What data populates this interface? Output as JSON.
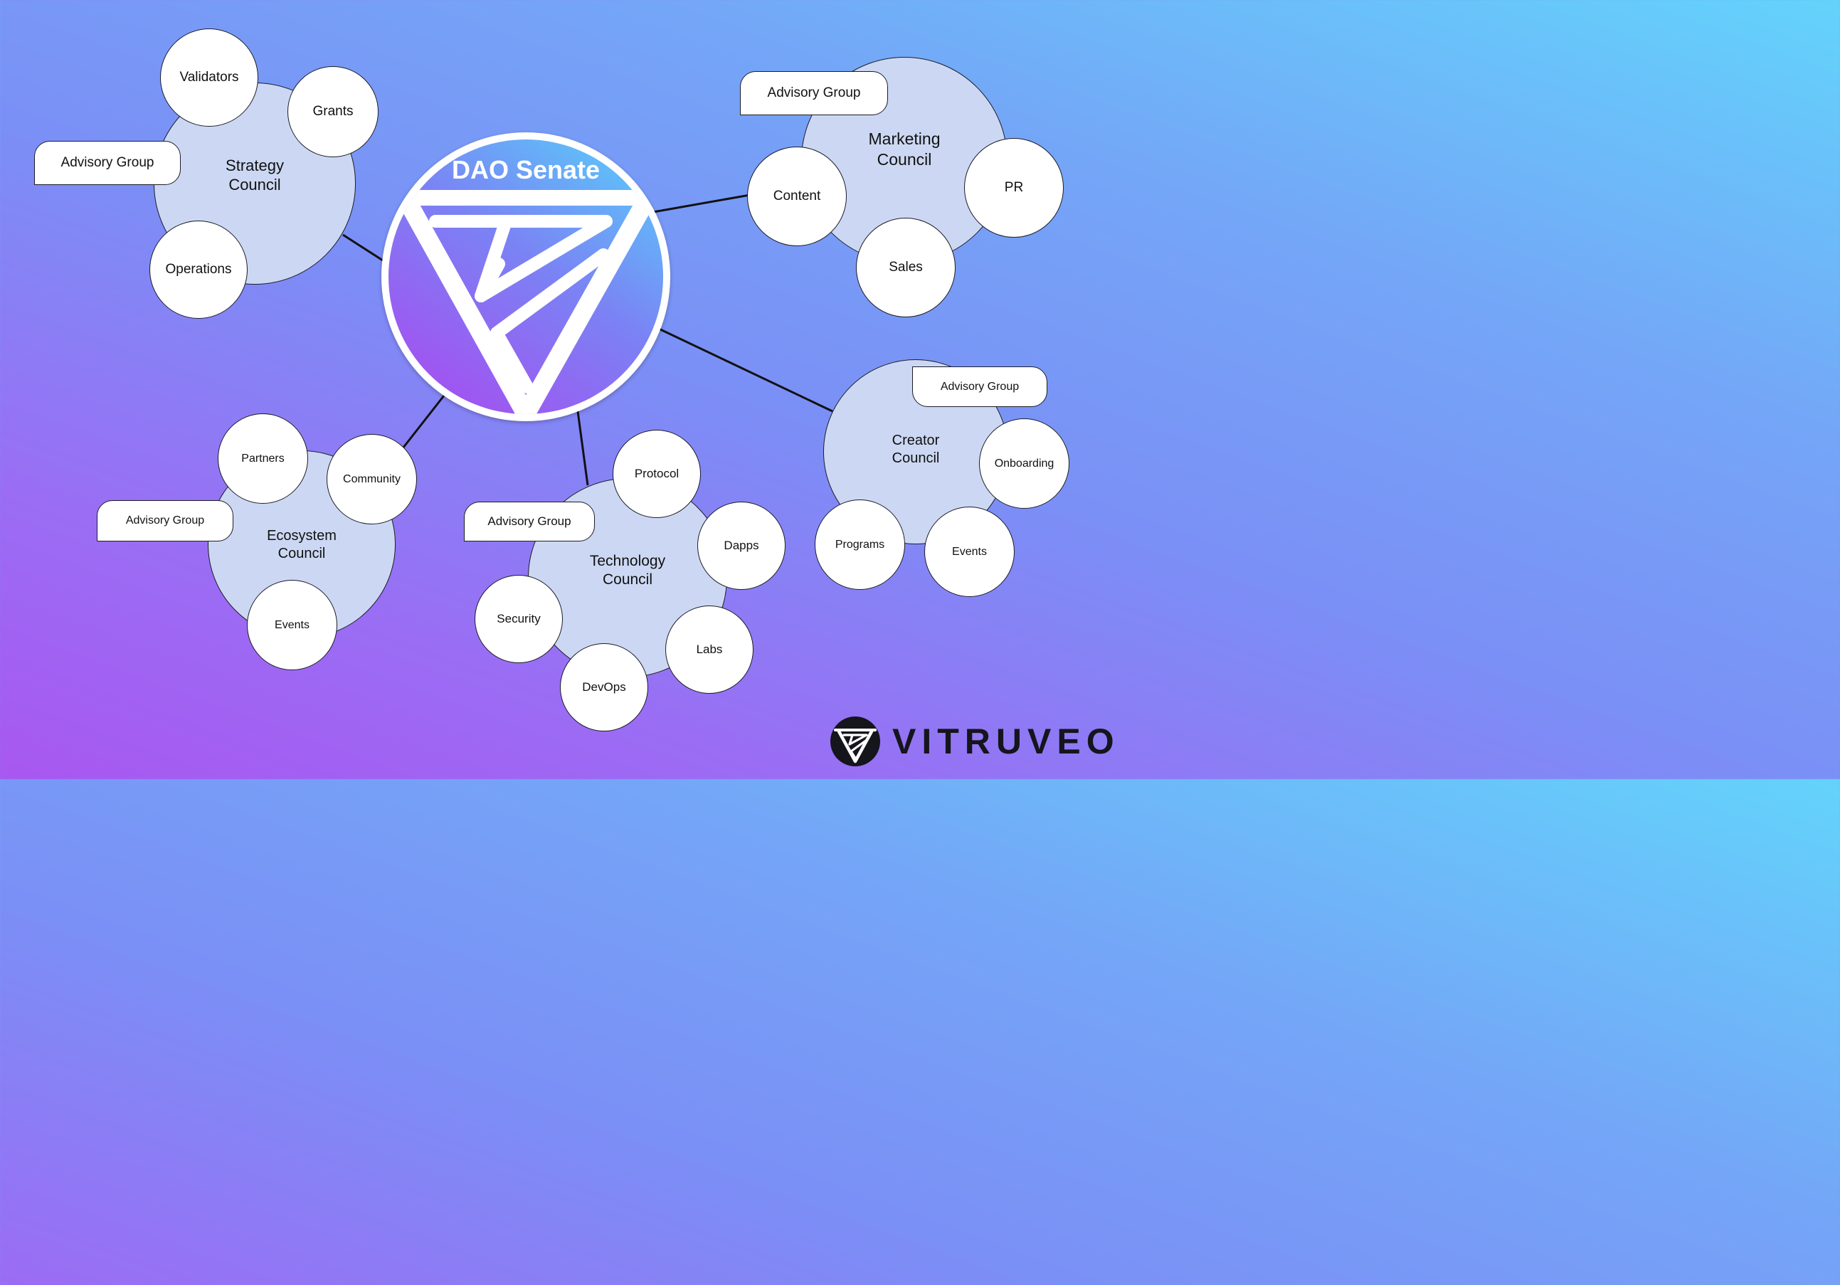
{
  "center": {
    "title": "DAO Senate"
  },
  "councils": {
    "strategy": {
      "line1": "Strategy",
      "line2": "Council",
      "advisory": "Advisory Group",
      "nodes": [
        "Validators",
        "Grants",
        "Operations"
      ]
    },
    "marketing": {
      "line1": "Marketing",
      "line2": "Council",
      "advisory": "Advisory Group",
      "nodes": [
        "Content",
        "PR",
        "Sales"
      ]
    },
    "creator": {
      "line1": "Creator",
      "line2": "Council",
      "advisory": "Advisory Group",
      "nodes": [
        "Onboarding",
        "Programs",
        "Events"
      ]
    },
    "technology": {
      "line1": "Technology",
      "line2": "Council",
      "advisory": "Advisory Group",
      "nodes": [
        "Protocol",
        "Dapps",
        "Security",
        "Labs",
        "DevOps"
      ]
    },
    "ecosystem": {
      "line1": "Ecosystem",
      "line2": "Council",
      "advisory": "Advisory Group",
      "nodes": [
        "Partners",
        "Community",
        "Events"
      ]
    }
  },
  "brand": {
    "name": "VITRUVEO"
  },
  "colors": {
    "council_fill": "#ccd8f3",
    "node_fill": "#ffffff",
    "logo_gradient_top": "#5bc8fa",
    "logo_gradient_bottom": "#a64df0",
    "brand_text": "#15151c"
  }
}
